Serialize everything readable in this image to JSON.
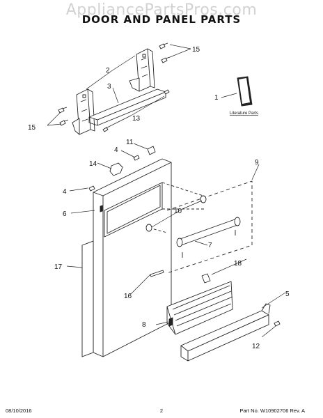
{
  "watermark": "AppliancePartsPros.com",
  "title": "DOOR AND PANEL PARTS",
  "callouts": {
    "c1": "1",
    "c2": "2",
    "c3": "3",
    "c4a": "4",
    "c4b": "4",
    "c5": "5",
    "c6": "6",
    "c7": "7",
    "c8": "8",
    "c9": "9",
    "c10": "10",
    "c11": "11",
    "c12": "12",
    "c13": "13",
    "c14": "14",
    "c15a": "15",
    "c15b": "15",
    "c16": "16",
    "c17": "17",
    "c18": "18"
  },
  "literature_label": "Literature Parts",
  "footer": {
    "date": "08/10/2016",
    "page": "2",
    "part": "Part No. W10902706  Rev. A"
  }
}
